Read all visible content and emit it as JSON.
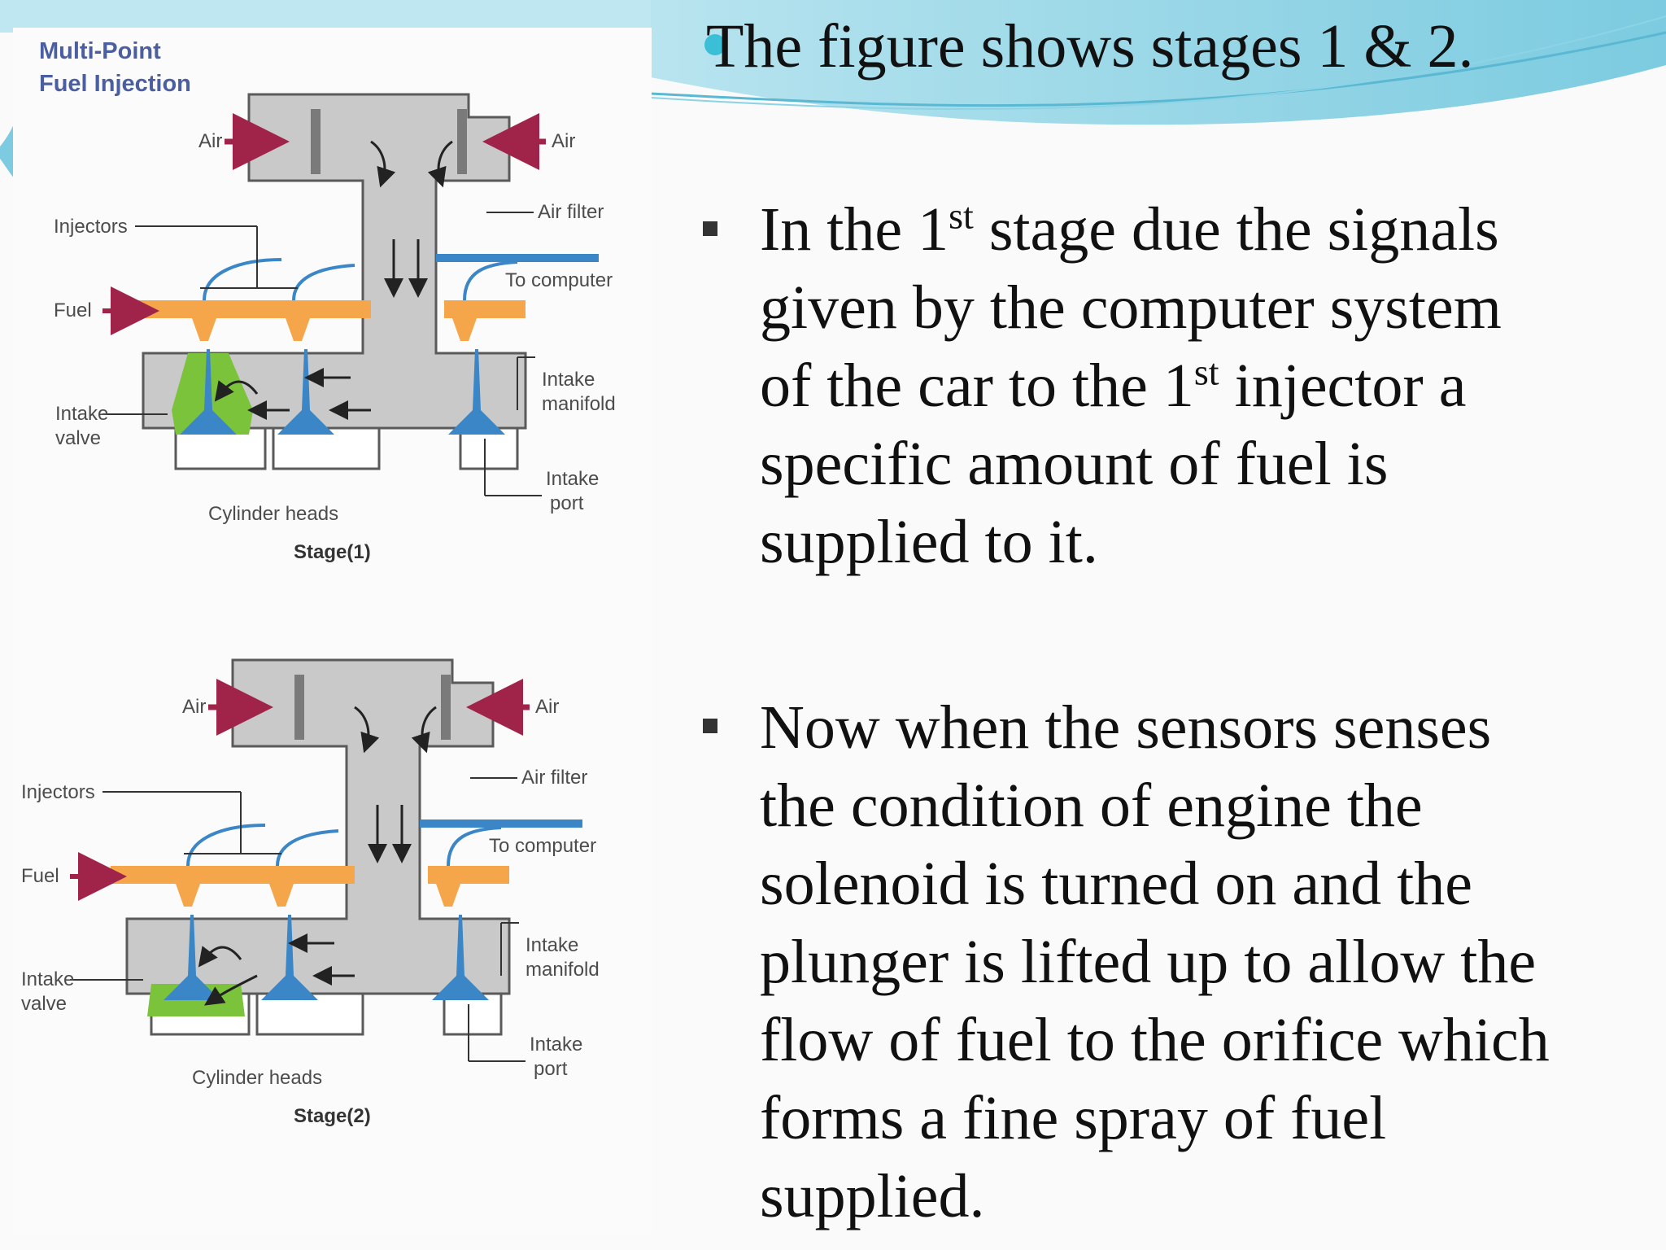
{
  "figure": {
    "title_line1": "Multi-Point",
    "title_line2": "Fuel Injection",
    "stage1": {
      "air_left": "Air",
      "air_right": "Air",
      "air_filter": "Air filter",
      "injectors": "Injectors",
      "to_computer": "To computer",
      "fuel": "Fuel",
      "intake_valve_line1": "Intake",
      "intake_valve_line2": "valve",
      "intake_manifold_line1": "Intake",
      "intake_manifold_line2": "manifold",
      "intake_port_line1": "Intake",
      "intake_port_line2": "port",
      "cylinder_heads": "Cylinder heads",
      "stage_label": "Stage(1)"
    },
    "stage2": {
      "air_left": "Air",
      "air_right": "Air",
      "air_filter": "Air filter",
      "injectors": "Injectors",
      "to_computer": "To computer",
      "fuel": "Fuel",
      "intake_valve_line1": "Intake",
      "intake_valve_line2": "valve",
      "intake_manifold_line1": "Intake",
      "intake_manifold_line2": "manifold",
      "intake_port_line1": "Intake",
      "intake_port_line2": "port",
      "cylinder_heads": "Cylinder heads",
      "stage_label": "Stage(2)"
    }
  },
  "slide": {
    "heading": "The figure shows stages 1 & 2.",
    "p1": {
      "a": "In the 1",
      "sup1": "st",
      "b": " stage due the signals",
      "c": "given by the computer system",
      "d": "of the car to the 1",
      "sup2": "st",
      "e": " injector a",
      "f": "specific amount of fuel is",
      "g": "supplied to it."
    },
    "p2": {
      "l1": "Now when the sensors senses",
      "l2": "the condition of engine the",
      "l3": "solenoid is turned on and the",
      "l4": "plunger is lifted up to allow the",
      "l5": "flow of fuel to the orifice which",
      "l6": "forms a fine spray of fuel",
      "l7": "supplied."
    }
  },
  "colors": {
    "accent": "#3bbfd6",
    "fuel": "#f5a64a",
    "blue_pipe": "#3a86c6",
    "green_spray": "#7cc33c",
    "manifold_gray": "#c9c9c9",
    "arrow_red": "#a0244a"
  }
}
